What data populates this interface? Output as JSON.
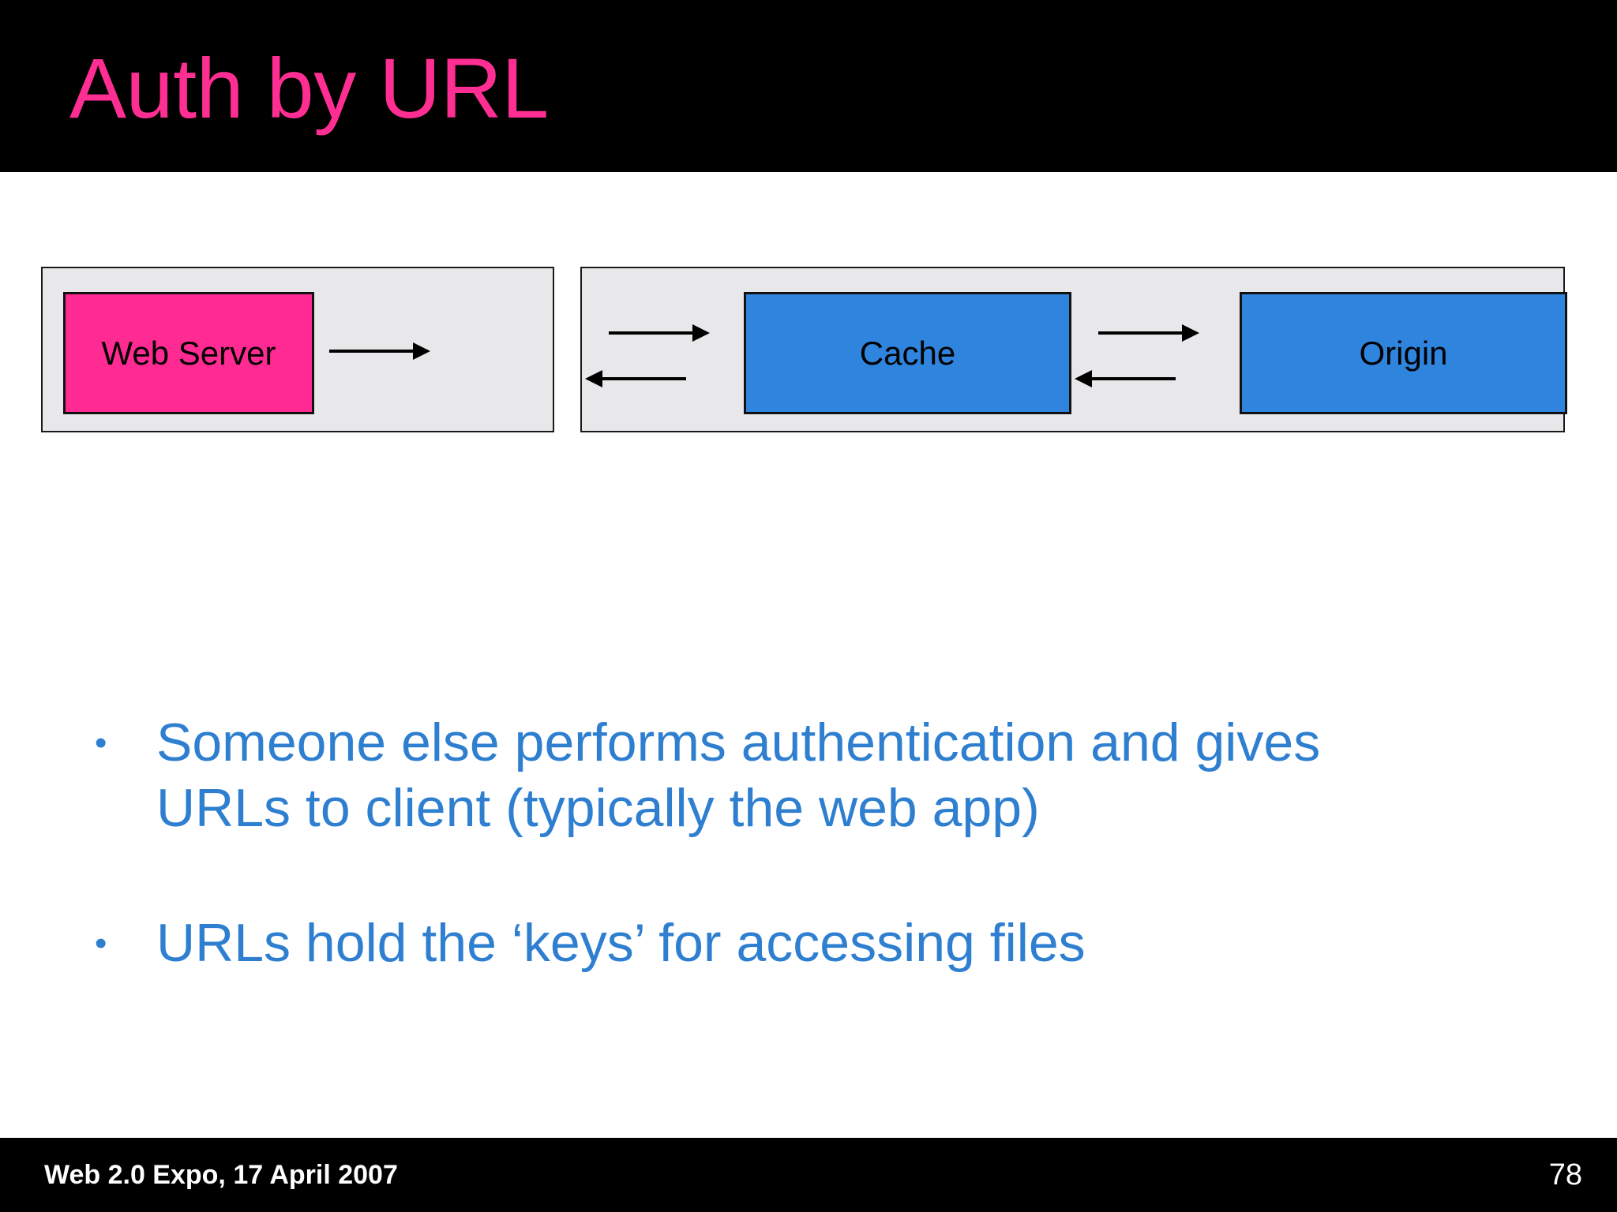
{
  "slide": {
    "title": "Auth by URL",
    "title_color": "#ff2e92",
    "background_color": "#ffffff",
    "band_color": "#000000"
  },
  "diagram": {
    "panels": [
      {
        "id": "left",
        "nodes": [
          {
            "label": "Web Server",
            "color": "#ff2a92"
          }
        ],
        "arrows": [
          {
            "direction": "right"
          }
        ]
      },
      {
        "id": "right",
        "nodes": [
          {
            "label": "Cache",
            "color": "#2f84dd"
          },
          {
            "label": "Origin",
            "color": "#2f84dd"
          }
        ],
        "arrows": [
          {
            "direction": "right"
          },
          {
            "direction": "left"
          },
          {
            "direction": "right"
          },
          {
            "direction": "left"
          }
        ]
      }
    ]
  },
  "body": {
    "bullet_marker": "•",
    "text_color": "#2f7fd1",
    "bullets": [
      "Someone else performs authentication and gives URLs to client (typically the web app)",
      "URLs hold the ‘keys’ for accessing files"
    ]
  },
  "footer": {
    "event": "Web 2.0 Expo, 17 April 2007",
    "page_number": "78"
  }
}
